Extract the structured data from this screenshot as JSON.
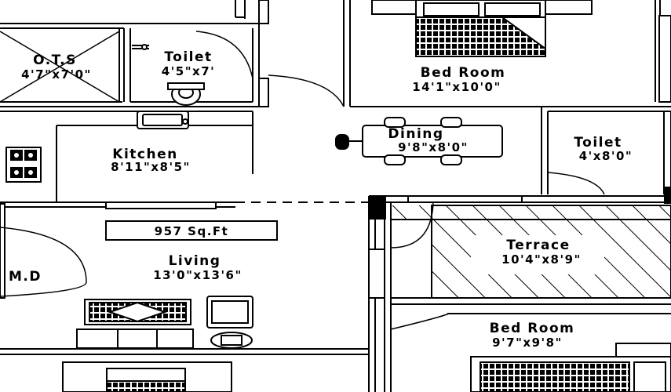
{
  "plan": {
    "area": "957  Sq.Ft",
    "rooms": {
      "ots": {
        "name": "O.T.S",
        "dim": "4'7\"x7'0\""
      },
      "toilet1": {
        "name": "Toilet",
        "dim": "4'5\"x7'"
      },
      "bedroom1": {
        "name": "Bed  Room",
        "dim": "14'1\"x10'0\""
      },
      "kitchen": {
        "name": "Kitchen",
        "dim": "8'11\"x8'5\""
      },
      "dining": {
        "name": "Dining",
        "dim": "9'8\"x8'0\""
      },
      "toilet2": {
        "name": "Toilet",
        "dim": "4'x8'0\""
      },
      "terrace": {
        "name": "Terrace",
        "dim": "10'4\"x8'9\""
      },
      "living": {
        "name": "Living",
        "dim": "13'0\"x13'6\""
      },
      "md": {
        "name": "M.D"
      },
      "bedroom2": {
        "name": "Bed  Room",
        "dim": "9'7\"x9'8\""
      }
    }
  }
}
